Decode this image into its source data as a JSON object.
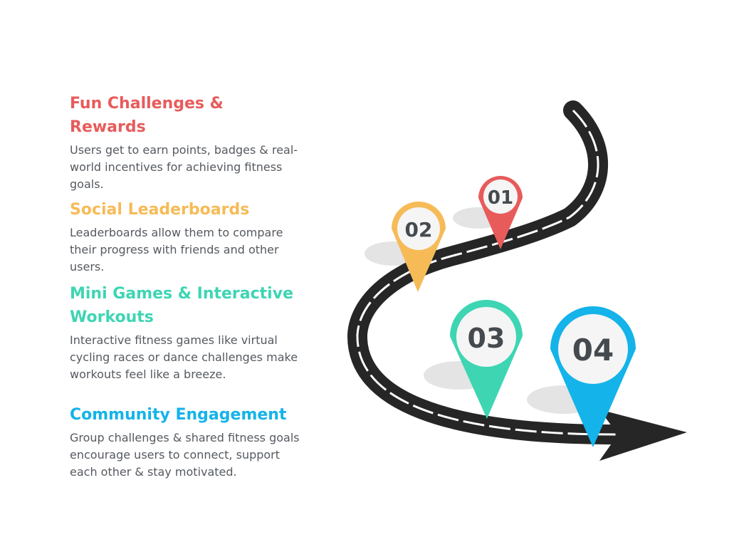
{
  "colors": {
    "step1": "#e85b5b",
    "step2": "#f6bb57",
    "step3": "#3ed5b3",
    "step4": "#14b3ea",
    "road": "#262626",
    "road_marking": "#ffffff",
    "pin_center": "#f5f5f5",
    "shadow": "#e4e4e4",
    "number_text": "#454a4f",
    "body_text": "#555a60"
  },
  "steps": [
    {
      "number": "01",
      "title": "Fun Challenges & Rewards",
      "description": "Users get to earn points, badges & real-world incentives for achieving fitness goals."
    },
    {
      "number": "02",
      "title": "Social Leaderboards",
      "description": "Leaderboards allow them to compare their progress with friends and other users."
    },
    {
      "number": "03",
      "title": "Mini Games & Interactive Workouts",
      "description": "Interactive fitness games like virtual cycling races or dance challenges make workouts feel like a breeze."
    },
    {
      "number": "04",
      "title": "Community Engagement",
      "description": "Group challenges & shared fitness goals encourage users to connect, support each other & stay motivated."
    }
  ]
}
